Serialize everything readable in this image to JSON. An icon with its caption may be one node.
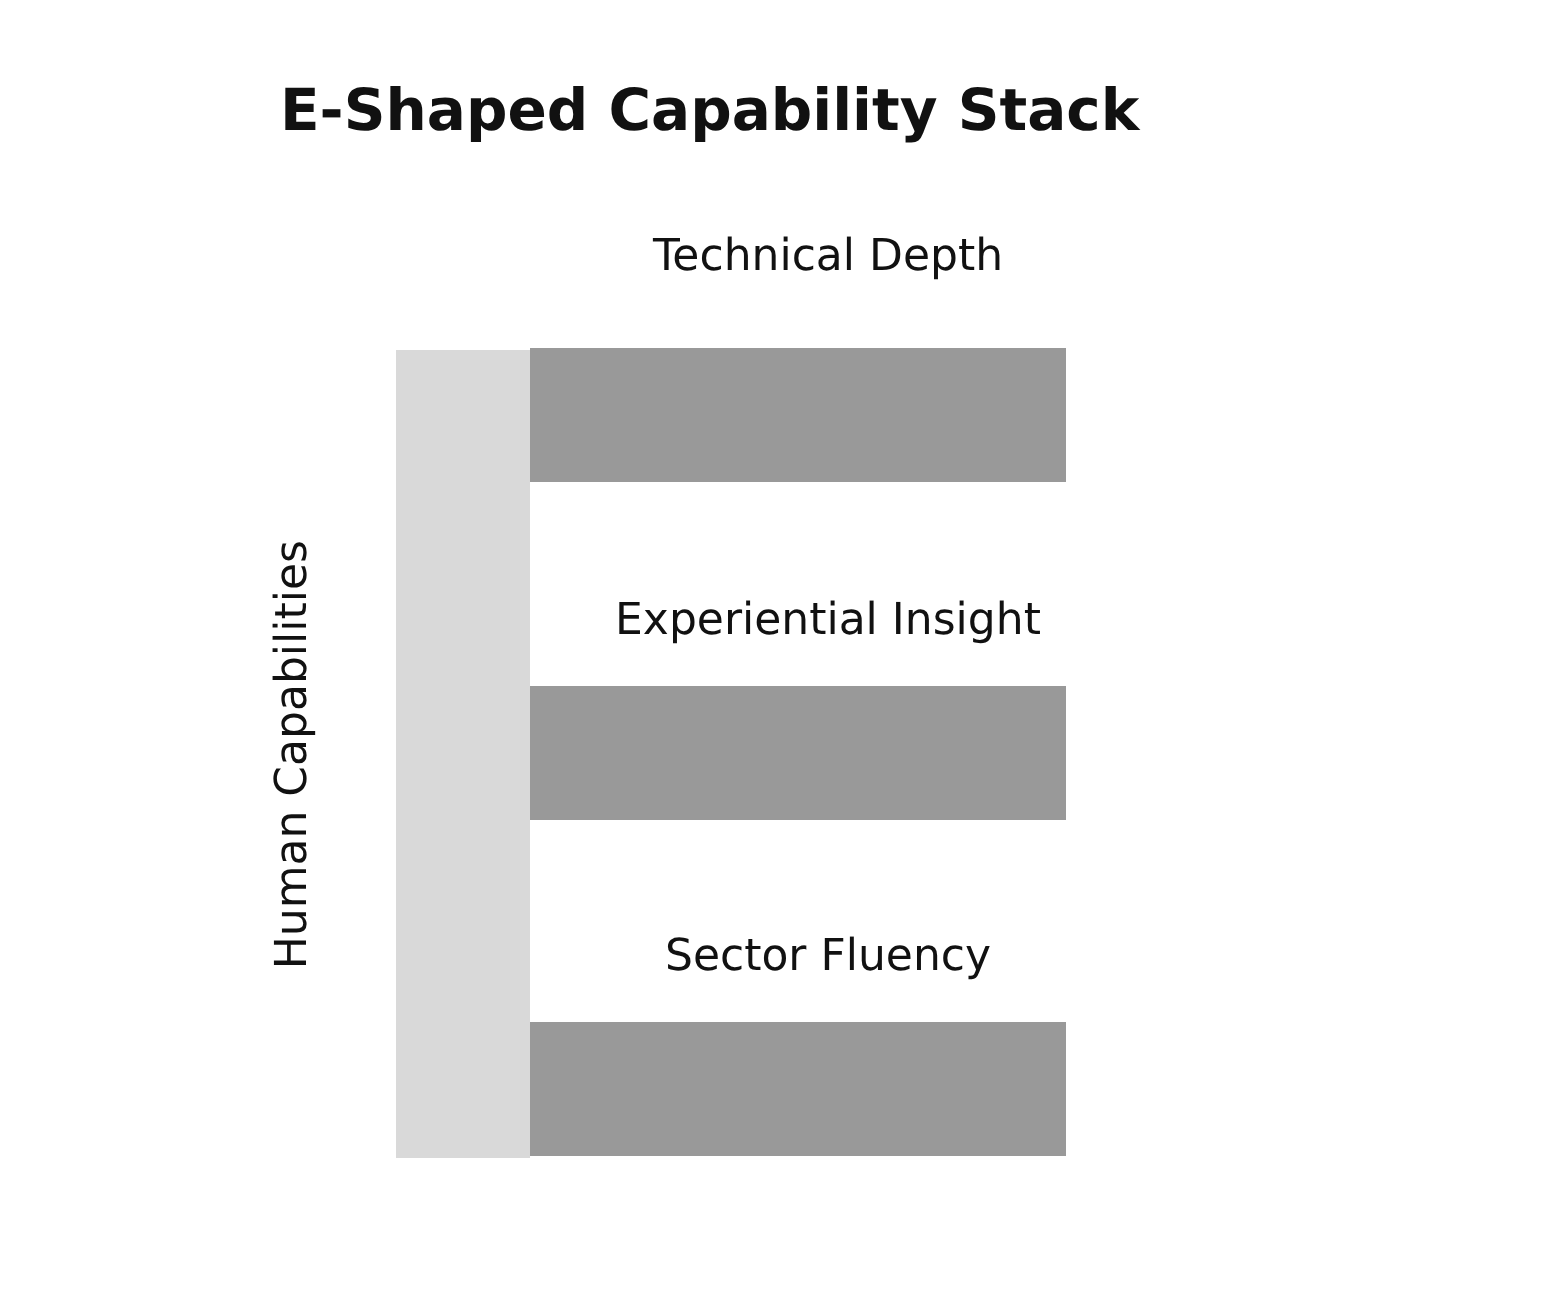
{
  "diagram": {
    "title": "E-Shaped Capability Stack",
    "nodes": [
      {
        "text": [
          "Human Capabilities"
        ]
      },
      {
        "text": [
          "Technical Depth"
        ]
      },
      {
        "text": [
          "Experiential Insight"
        ]
      },
      {
        "text": [
          "Sector Fluency"
        ]
      }
    ]
  }
}
